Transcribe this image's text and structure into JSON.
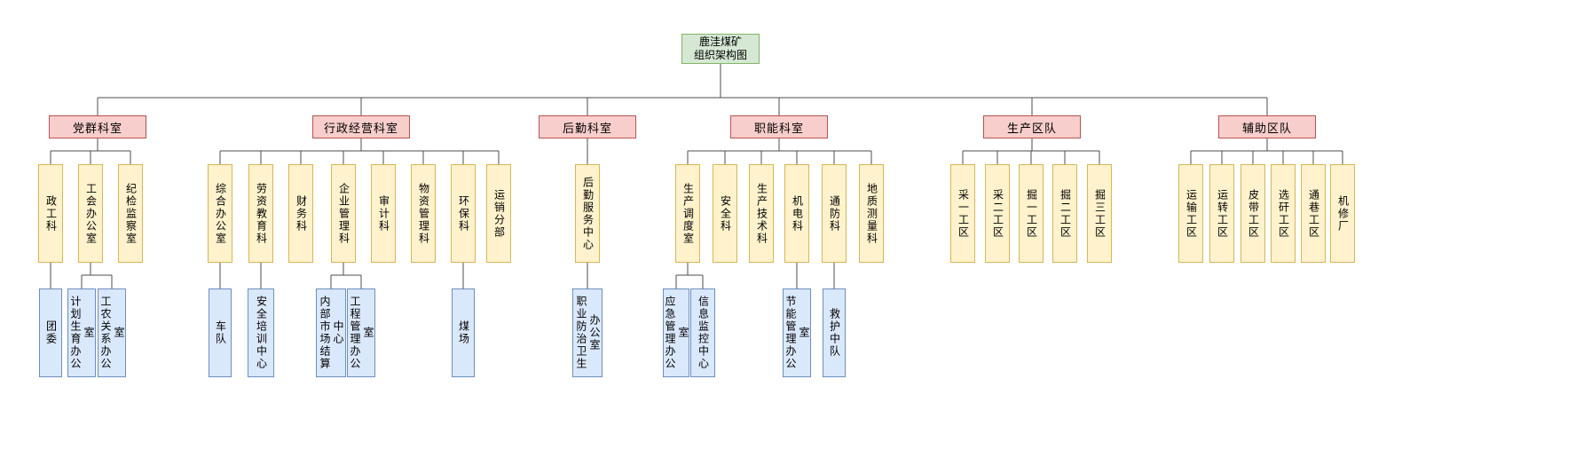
{
  "diagram": {
    "root": {
      "line1": "鹿洼煤矿",
      "line2": "组织架构图"
    },
    "groups": [
      {
        "label": "党群科室",
        "children": [
          {
            "label": "政工科",
            "children": [
              {
                "label": "团委"
              }
            ]
          },
          {
            "label": "工会办公室",
            "children": [
              {
                "label": "计划生育办公室"
              },
              {
                "label": "工农关系办公室"
              }
            ]
          },
          {
            "label": "纪检监察室",
            "children": []
          }
        ]
      },
      {
        "label": "行政经营科室",
        "children": [
          {
            "label": "综合办公室",
            "children": [
              {
                "label": "车队"
              }
            ]
          },
          {
            "label": "劳资教育科",
            "children": [
              {
                "label": "安全培训中心"
              }
            ]
          },
          {
            "label": "财务科",
            "children": []
          },
          {
            "label": "企业管理科",
            "children": [
              {
                "label": "内部市场结算中心"
              },
              {
                "label": "工程管理办公室"
              }
            ]
          },
          {
            "label": "审计科",
            "children": []
          },
          {
            "label": "物资管理科",
            "children": []
          },
          {
            "label": "环保科",
            "children": [
              {
                "label": "煤场"
              }
            ]
          },
          {
            "label": "运销分部",
            "children": []
          }
        ]
      },
      {
        "label": "后勤科室",
        "children": [
          {
            "label": "后勤服务中心",
            "children": [
              {
                "label": "职业防治卫生办公室"
              }
            ]
          }
        ]
      },
      {
        "label": "职能科室",
        "children": [
          {
            "label": "生产调度室",
            "children": [
              {
                "label": "应急管理办公室"
              },
              {
                "label": "信息监控中心"
              }
            ]
          },
          {
            "label": "安全科",
            "children": []
          },
          {
            "label": "生产技术科",
            "children": []
          },
          {
            "label": "机电科",
            "children": [
              {
                "label": "节能管理办公室"
              }
            ]
          },
          {
            "label": "通防科",
            "children": [
              {
                "label": "救护中队"
              }
            ]
          },
          {
            "label": "地质测量科",
            "children": []
          }
        ]
      },
      {
        "label": "生产区队",
        "children": [
          {
            "label": "采一工区",
            "children": []
          },
          {
            "label": "采二工区",
            "children": []
          },
          {
            "label": "掘一工区",
            "children": []
          },
          {
            "label": "掘二工区",
            "children": []
          },
          {
            "label": "掘三工区",
            "children": []
          }
        ]
      },
      {
        "label": "辅助区队",
        "children": [
          {
            "label": "运输工区",
            "children": []
          },
          {
            "label": "运转工区",
            "children": []
          },
          {
            "label": "皮带工区",
            "children": []
          },
          {
            "label": "选矸工区",
            "children": []
          },
          {
            "label": "通巷工区",
            "children": []
          },
          {
            "label": "机修厂",
            "children": []
          }
        ]
      }
    ],
    "colors": {
      "root_fill": "#d5e8d4",
      "root_stroke": "#82b366",
      "department_fill": "#f8cecc",
      "department_stroke": "#b85450",
      "section_fill": "#fff2cc",
      "section_stroke": "#d6b656",
      "office_fill": "#dae8fc",
      "office_stroke": "#6c8ebf",
      "connector": "#4d4d4d",
      "background": "#ffffff"
    }
  }
}
